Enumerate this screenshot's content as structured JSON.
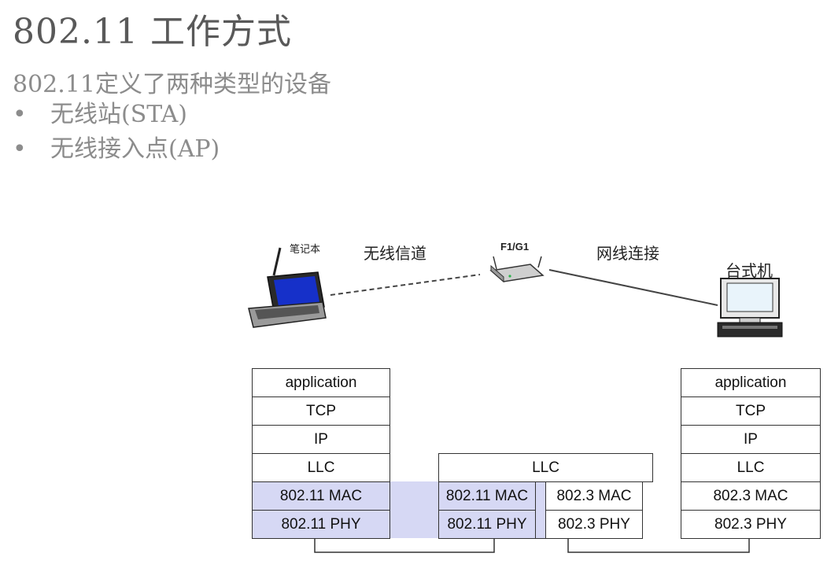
{
  "slide": {
    "title": "802.11 工作方式",
    "intro": "802.11定义了两种类型的设备",
    "bullet_marker": "•",
    "bullets": [
      "无线站(STA)",
      "无线接入点(AP)"
    ]
  },
  "diagram": {
    "labels": {
      "laptop": "笔记本",
      "wireless_channel": "无线信道",
      "ap": "F1/G1",
      "wired_link": "网线连接",
      "desktop": "台式机"
    },
    "left_stack": [
      "application",
      "TCP",
      "IP",
      "LLC",
      "802.11 MAC",
      "802.11 PHY"
    ],
    "ap_stack": {
      "llc": "LLC",
      "left": [
        "802.11 MAC",
        "802.11 PHY"
      ],
      "right": [
        "802.3 MAC",
        "802.3 PHY"
      ]
    },
    "right_stack": [
      "application",
      "TCP",
      "IP",
      "LLC",
      "802.3 MAC",
      "802.3 PHY"
    ],
    "colors": {
      "highlight": "#d6d8f4",
      "border": "#333333"
    }
  }
}
